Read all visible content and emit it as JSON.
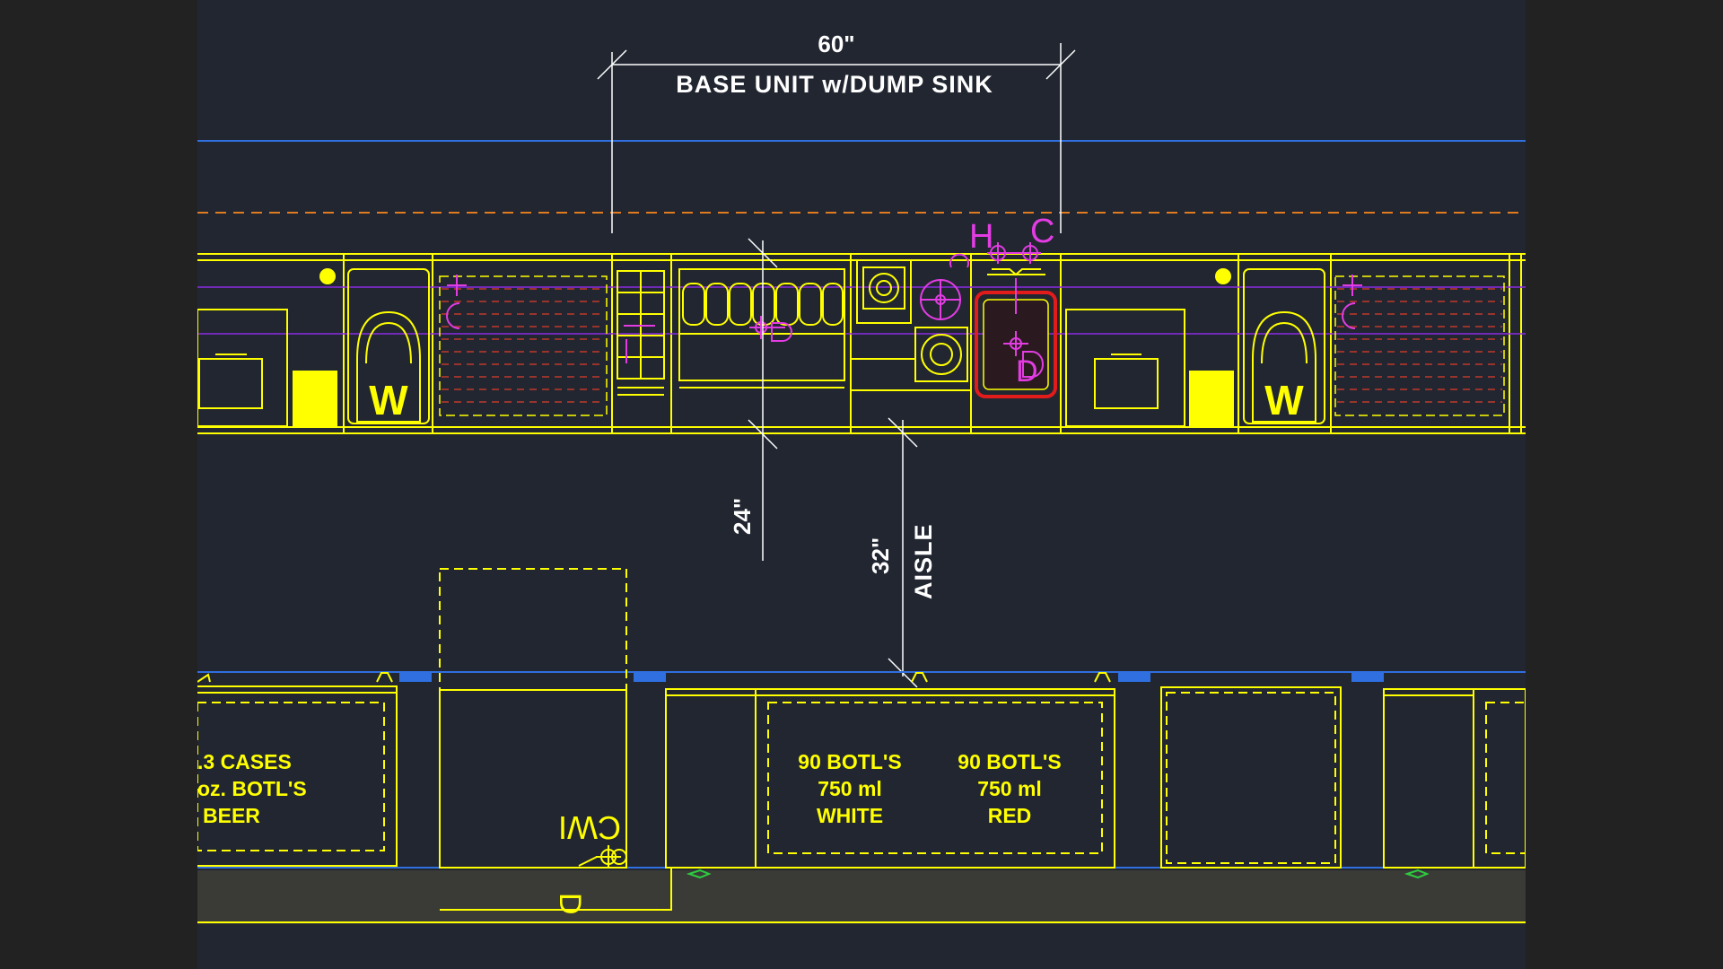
{
  "colors": {
    "background": "#212631",
    "frame": "#222222",
    "cabinet_lines": "#ffff00",
    "dimension_lines": "#ffffff",
    "wall_line": "#2f6fe0",
    "hidden_line": "#e07b20",
    "plumbing": "#e23ce2",
    "purple_line": "#8a2be2",
    "sink_outline": "#e21b1b",
    "bottle_rack_hatch": "#c0392b",
    "floor": "#3a3b36"
  },
  "dimensions": {
    "top_width": "60\"",
    "top_label": "BASE UNIT w/DUMP SINK",
    "depth_24": "24\"",
    "aisle_32": "32\"",
    "aisle_label": "AISLE"
  },
  "cooler_left": {
    "line1": ".3 CASES",
    "line2": "oz. BOTL'S",
    "line3": "BEER"
  },
  "cooler_wine_left": {
    "line1": "90 BOTL'S",
    "line2": "750 ml",
    "line3": "WHITE"
  },
  "cooler_wine_right": {
    "line1": "90 BOTL'S",
    "line2": "750 ml",
    "line3": "RED"
  },
  "plumbing_tags": {
    "h": "H",
    "c": "C",
    "d": "D",
    "cwi": "CWI"
  },
  "symbols": {
    "waste": "W"
  }
}
